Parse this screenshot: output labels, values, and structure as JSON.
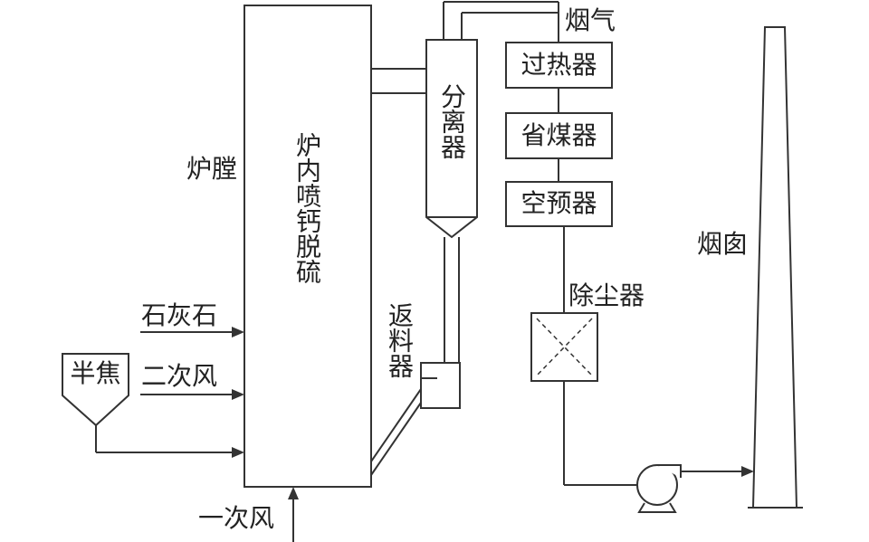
{
  "labels": {
    "furnace_side": "炉膛",
    "furnace_inner": "炉内喷钙脱硫",
    "separator": "分离器",
    "return_feeder": "返料器",
    "flue_gas": "烟气",
    "superheater": "过热器",
    "economizer": "省煤器",
    "air_preheater": "空预器",
    "dust_collector": "除尘器",
    "chimney": "烟囱",
    "limestone": "石灰石",
    "semi_coke": "半焦",
    "secondary_air": "二次风",
    "primary_air": "一次风"
  }
}
